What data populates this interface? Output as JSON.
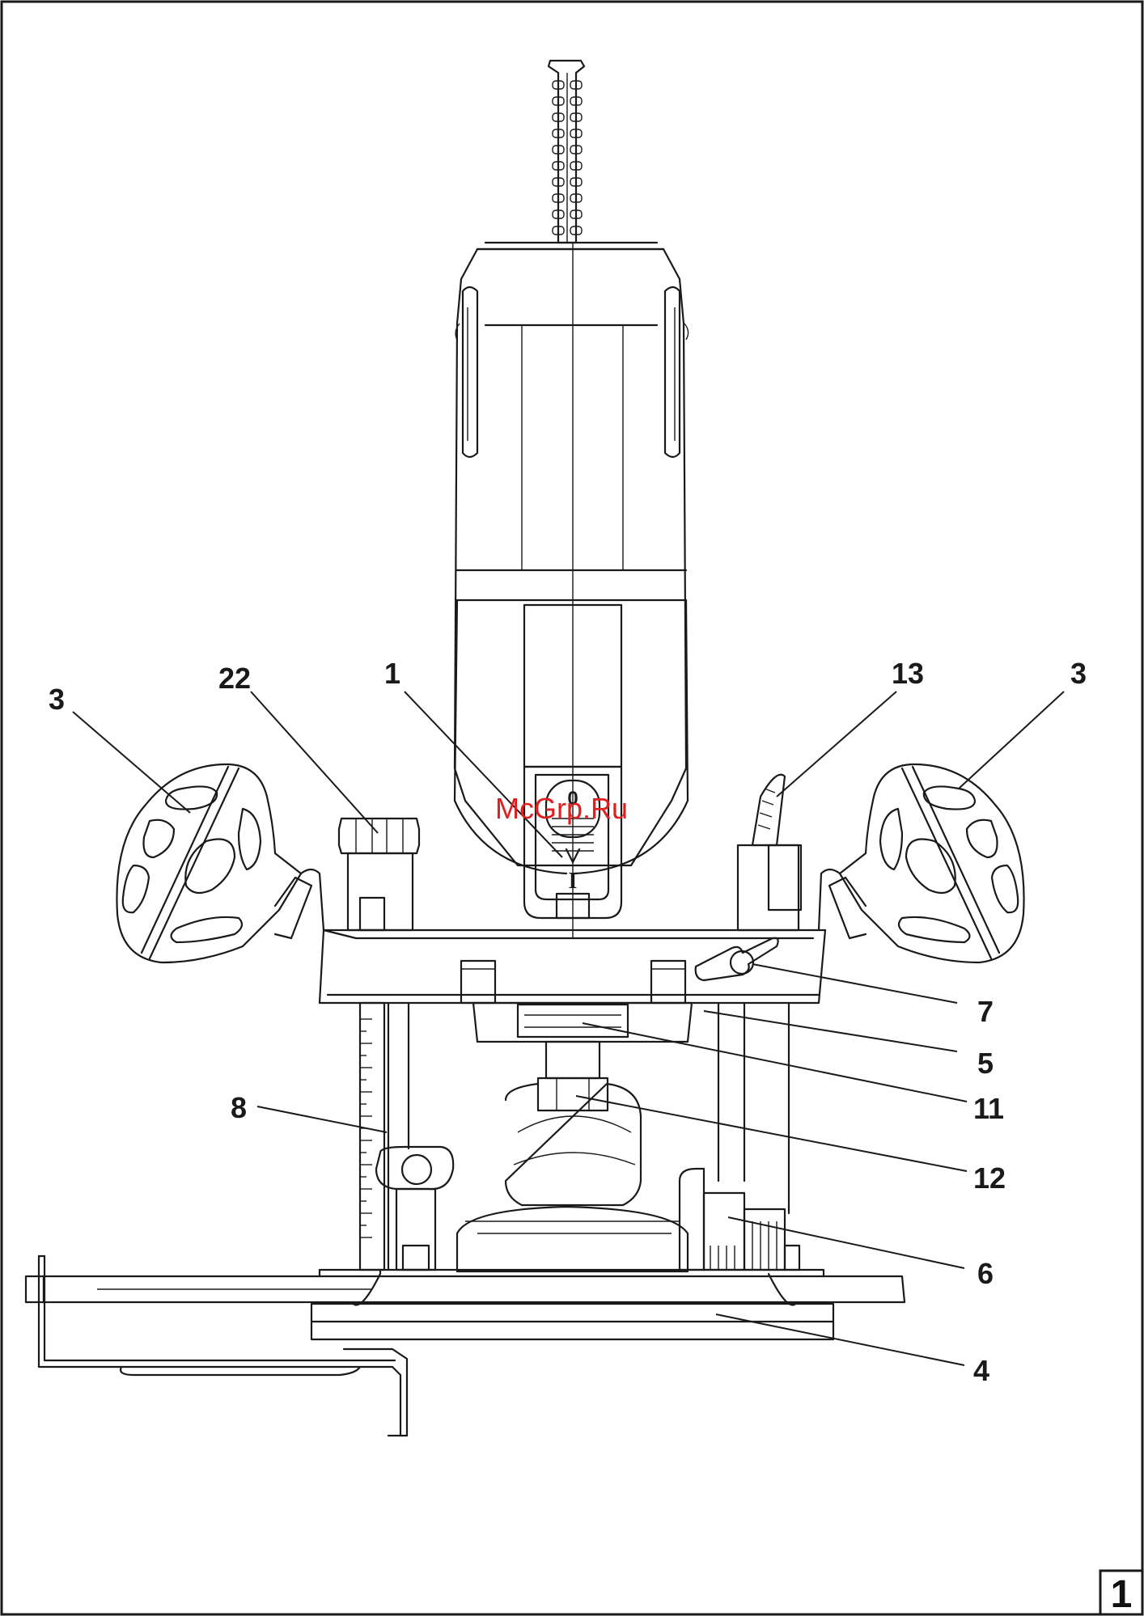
{
  "figure": {
    "number": "1"
  },
  "watermark": {
    "text": "McGrp.Ru",
    "color": "#e02020"
  },
  "callouts": [
    {
      "id": "c3-left",
      "label": "3"
    },
    {
      "id": "c22",
      "label": "22"
    },
    {
      "id": "c1",
      "label": "1"
    },
    {
      "id": "c13",
      "label": "13"
    },
    {
      "id": "c3-right",
      "label": "3"
    },
    {
      "id": "c7",
      "label": "7"
    },
    {
      "id": "c5",
      "label": "5"
    },
    {
      "id": "c11",
      "label": "11"
    },
    {
      "id": "c8",
      "label": "8"
    },
    {
      "id": "c12",
      "label": "12"
    },
    {
      "id": "c6",
      "label": "6"
    },
    {
      "id": "c4",
      "label": "4"
    }
  ],
  "switch_marks": {
    "off": "0",
    "on": "I"
  }
}
